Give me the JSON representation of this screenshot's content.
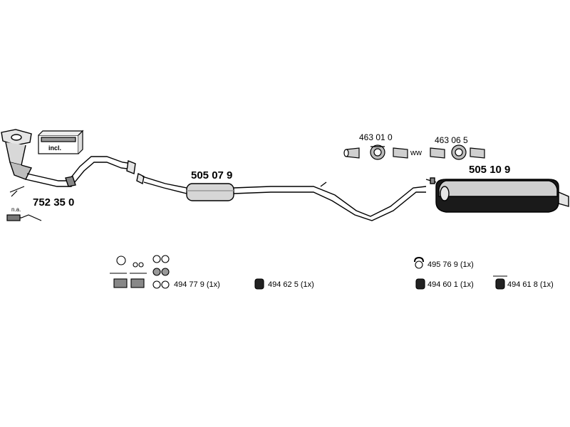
{
  "parts": {
    "catalytic_converter": {
      "number": "752 35 0",
      "note": "n.a.",
      "box_label": "incl."
    },
    "middle_pipe": {
      "number": "505 07 9"
    },
    "rear_muffler": {
      "number": "505 10 9"
    },
    "clamp_a": {
      "number": "463 01 0"
    },
    "clamp_b": {
      "number": "463 06 5"
    },
    "connector_text": "ww"
  },
  "kits": [
    {
      "number": "494 77 9",
      "qty": "(1x)"
    },
    {
      "number": "494 62 5",
      "qty": "(1x)"
    },
    {
      "number": "495 76 9",
      "qty": "(1x)"
    },
    {
      "number": "494 60 1",
      "qty": "(1x)"
    },
    {
      "number": "494 61 8",
      "qty": "(1x)"
    }
  ],
  "colors": {
    "line": "#000000",
    "muffler_fill": "#1a1a1a",
    "shade": "#cfcfcf"
  }
}
